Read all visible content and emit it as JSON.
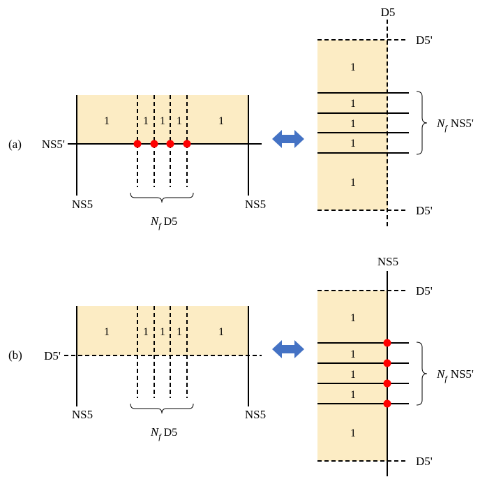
{
  "colors": {
    "region_fill": "#fcecc4",
    "line": "#000000",
    "junction": "#ff0000",
    "arrow": "#4472c4"
  },
  "panel_a": {
    "tag": "(a)",
    "left": {
      "brane_label": "NS5'",
      "ns5_left": "NS5",
      "ns5_right": "NS5",
      "regions": [
        "1",
        "1",
        "1",
        "1",
        "1"
      ],
      "brace_n": "N",
      "brace_sub": "f",
      "brace_rest": "D5"
    },
    "right": {
      "top_label": "D5",
      "top_brane": "D5'",
      "bottom_brane": "D5'",
      "regions": [
        "1",
        "1",
        "1",
        "1",
        "1"
      ],
      "brace_n": "N",
      "brace_sub": "f",
      "brace_rest": "NS5'"
    }
  },
  "panel_b": {
    "tag": "(b)",
    "left": {
      "brane_label": "D5'",
      "ns5_left": "NS5",
      "ns5_right": "NS5",
      "regions": [
        "1",
        "1",
        "1",
        "1",
        "1"
      ],
      "brace_n": "N",
      "brace_sub": "f",
      "brace_rest": "D5"
    },
    "right": {
      "top_label": "NS5",
      "top_brane": "D5'",
      "bottom_brane": "D5'",
      "regions": [
        "1",
        "1",
        "1",
        "1",
        "1"
      ],
      "brace_n": "N",
      "brace_sub": "f",
      "brace_rest": "NS5'"
    }
  },
  "arrow_icon": "double-headed-arrow"
}
